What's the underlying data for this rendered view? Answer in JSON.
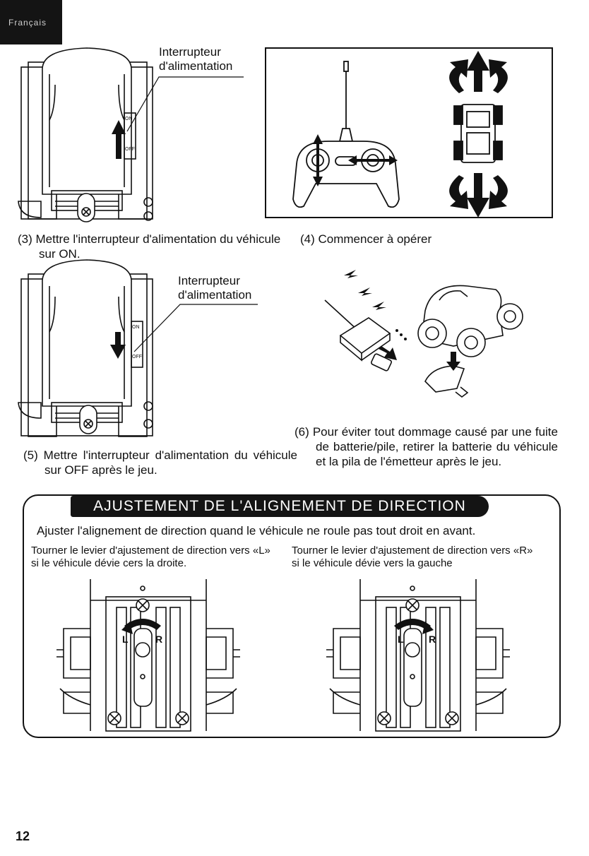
{
  "header": {
    "language_tab": "Français"
  },
  "step3": {
    "callout": "Interrupteur d'alimentation",
    "switch_on": "ON",
    "switch_off": "OFF",
    "caption": "(3) Mettre l'interrupteur d'alimentation du véhicule sur ON."
  },
  "step4": {
    "caption": "(4) Commencer à opérer"
  },
  "step5": {
    "callout": "Interrupteur d'alimentation",
    "switch_on": "ON",
    "switch_off": "OFF",
    "caption": "(5) Mettre l'interrupteur d'alimentation du véhicule sur OFF après le jeu."
  },
  "step6": {
    "caption": "(6) Pour éviter tout dommage causé par une fuite de batterie/pile, retirer la batterie du véhicule et la pila de l'émetteur après le jeu."
  },
  "alignment": {
    "title": "AJUSTEMENT DE L'ALIGNEMENT DE DIRECTION",
    "intro": "Ajuster l'alignement de direction quand le véhicule ne roule pas tout droit en avant.",
    "left_instruction": "Tourner le levier d'ajustement de direction vers «L» si le véhicule dévie cers la droite.",
    "right_instruction": "Tourner le levier d'ajustement de direction vers «R» si le véhicule dévie vers la gauche",
    "lever_left_mark": "L",
    "lever_right_mark": "R"
  },
  "footer": {
    "page_number": "12"
  }
}
